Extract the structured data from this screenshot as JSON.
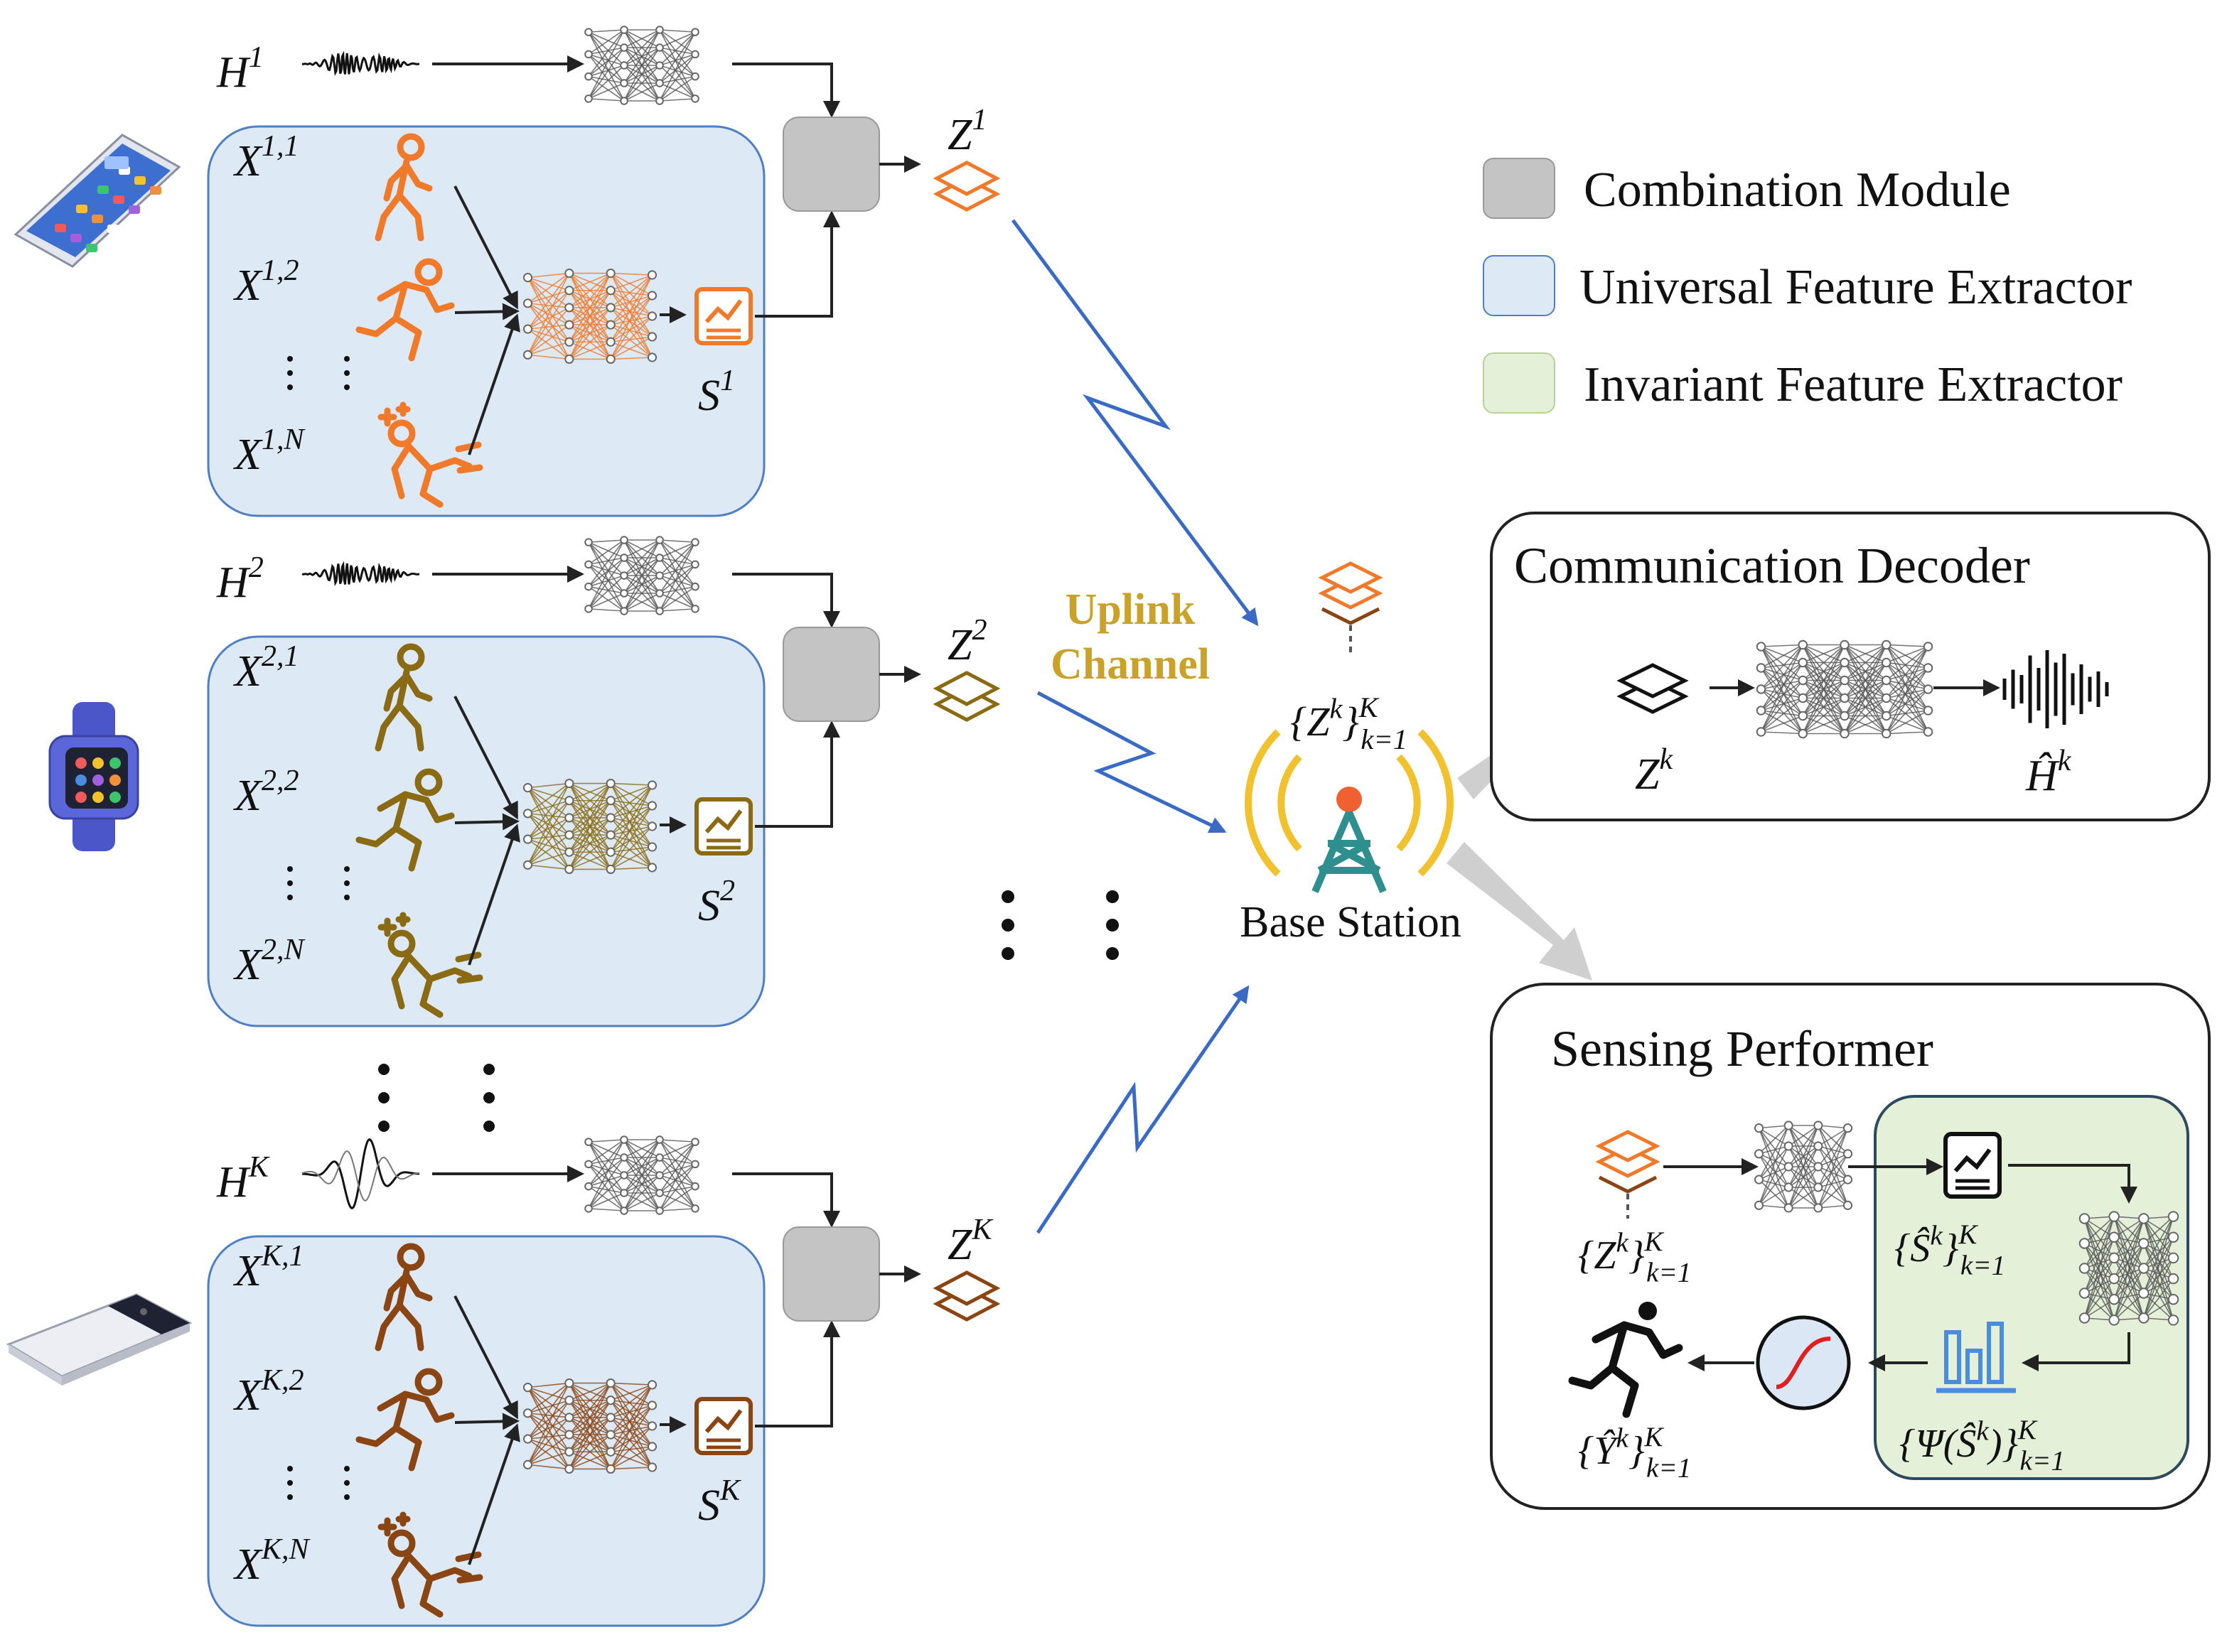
{
  "colors": {
    "feature_box_fill": "#dde9f5",
    "feature_box_stroke": "#4f7ec2",
    "invariant_fill": "#e5f0d8",
    "invariant_stroke": "#2e4a5e",
    "combination_fill": "#c4c4c4",
    "uplink_line": "#3a6bc4",
    "uplink_label": "#c9a227",
    "device1": "#f07a2a",
    "device2": "#8a6a12",
    "deviceK": "#8b4513",
    "antenna": "#2f8e8e",
    "antenna_waves": "#f2c12e",
    "antenna_tip": "#f06030",
    "gray_arrow": "#cfcfcf",
    "softmax_fill": "#dbe7f5",
    "softmax_curve": "#e02020",
    "bar_icon": "#4a8de0"
  },
  "devices": [
    {
      "id": "1",
      "icon": "smartphone-icon",
      "H": {
        "base": "H",
        "sup": "1"
      },
      "inputs": [
        {
          "base": "X",
          "sup": "1,1"
        },
        {
          "base": "X",
          "sup": "1,2"
        },
        {
          "base": "X",
          "sup": "1,N"
        }
      ],
      "S": {
        "base": "S",
        "sup": "1"
      },
      "Z": {
        "base": "Z",
        "sup": "1"
      }
    },
    {
      "id": "2",
      "icon": "smartwatch-icon",
      "H": {
        "base": "H",
        "sup": "2"
      },
      "inputs": [
        {
          "base": "X",
          "sup": "2,1"
        },
        {
          "base": "X",
          "sup": "2,2"
        },
        {
          "base": "X",
          "sup": "2,N"
        }
      ],
      "S": {
        "base": "S",
        "sup": "2"
      },
      "Z": {
        "base": "Z",
        "sup": "2"
      }
    },
    {
      "id": "K",
      "icon": "tablet-phone-icon",
      "H": {
        "base": "H",
        "sup": "K"
      },
      "inputs": [
        {
          "base": "X",
          "sup": "K,1"
        },
        {
          "base": "X",
          "sup": "K,2"
        },
        {
          "base": "X",
          "sup": "K,N"
        }
      ],
      "S": {
        "base": "S",
        "sup": "K"
      },
      "Z": {
        "base": "Z",
        "sup": "K"
      }
    }
  ],
  "legend": {
    "combination": "Combination Module",
    "universal": "Universal Feature Extractor",
    "invariant": "Invariant Feature Extractor"
  },
  "uplink": {
    "line1": "Uplink",
    "line2": "Channel"
  },
  "base_station": {
    "label": "Base Station",
    "set": {
      "open": "{Z",
      "sup": "k",
      "close": "}",
      "supK": "K",
      "sub": "k=1"
    }
  },
  "decoder": {
    "title": "Communication Decoder",
    "input": {
      "base": "Z",
      "sup": "k"
    },
    "output": {
      "base": "Ĥ",
      "sup": "k"
    }
  },
  "sensing": {
    "title": "Sensing Performer",
    "z_set": {
      "open": "{Z",
      "sup": "k",
      "close": "}",
      "supK": "K",
      "sub": "k=1"
    },
    "s_set": {
      "open": "{Ŝ",
      "sup": "k",
      "close": "}",
      "supK": "K",
      "sub": "k=1"
    },
    "psi_set": {
      "open": "{Ψ(Ŝ",
      "sup": "k",
      "close": ")}",
      "supK": "K",
      "sub": "k=1"
    },
    "y_set": {
      "open": "{Ŷ",
      "sup": "k",
      "close": "}",
      "supK": "K",
      "sub": "k=1"
    }
  }
}
